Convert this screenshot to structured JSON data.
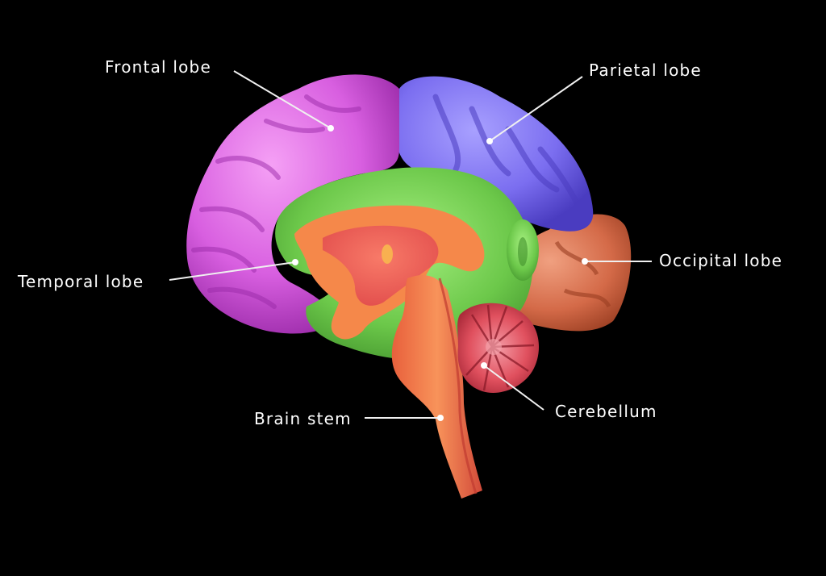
{
  "diagram": {
    "background": "#000000",
    "subject": "Sagittal view of the human brain",
    "regions": {
      "frontal": {
        "label": "Frontal lobe",
        "color": "#d85fe0"
      },
      "parietal": {
        "label": "Parietal lobe",
        "color": "#7b6ef0"
      },
      "temporal": {
        "label": "Temporal lobe",
        "color": "#6cc84a"
      },
      "occipital": {
        "label": "Occipital lobe",
        "color": "#d46a48"
      },
      "cerebellum": {
        "label": "Cerebellum",
        "color": "#e0505e"
      },
      "brainstem": {
        "label": "Brain stem",
        "color": "#f07050"
      }
    },
    "label_color": "#ffffff",
    "leader_line_color": "#f0f0f0"
  }
}
